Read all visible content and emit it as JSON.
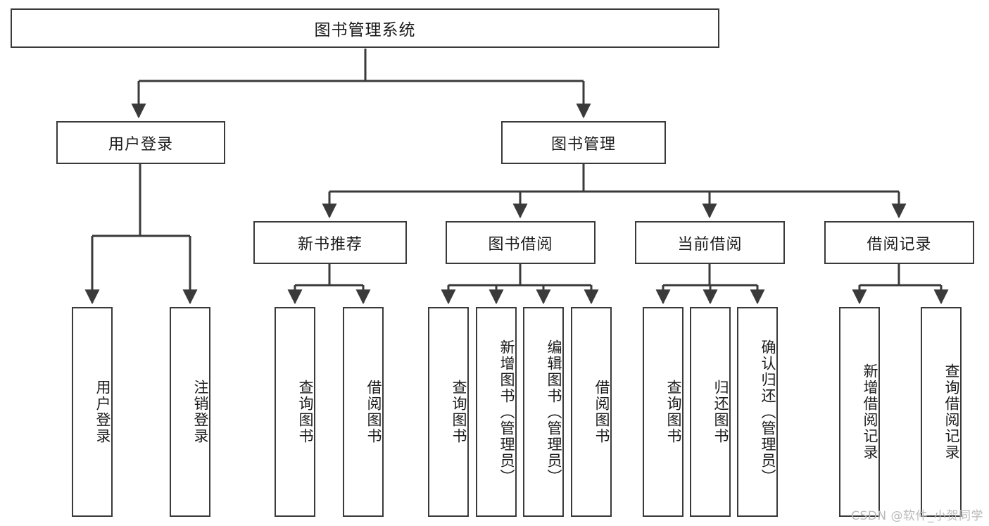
{
  "diagram": {
    "type": "tree",
    "title": "图书管理系统",
    "root": {
      "id": "root",
      "label": "图书管理系统"
    },
    "level1": [
      {
        "id": "user-login",
        "label": "用户登录"
      },
      {
        "id": "book-management",
        "label": "图书管理"
      }
    ],
    "level2": [
      {
        "id": "new-book-recommend",
        "label": "新书推荐",
        "parent": "book-management"
      },
      {
        "id": "book-borrow",
        "label": "图书借阅",
        "parent": "book-management"
      },
      {
        "id": "current-borrow",
        "label": "当前借阅",
        "parent": "book-management"
      },
      {
        "id": "borrow-record",
        "label": "借阅记录",
        "parent": "book-management"
      }
    ],
    "leaves": {
      "user-login": [
        {
          "id": "leaf-user-login",
          "label": "用户登录"
        },
        {
          "id": "leaf-user-logout",
          "label": "注销登录"
        }
      ],
      "new-book-recommend": [
        {
          "id": "leaf-query-book-1",
          "label": "查询图书"
        },
        {
          "id": "leaf-borrow-book-1",
          "label": "借阅图书"
        }
      ],
      "book-borrow": [
        {
          "id": "leaf-query-book-2",
          "label": "查询图书"
        },
        {
          "id": "leaf-add-book",
          "label": "新增图书（管理员）"
        },
        {
          "id": "leaf-edit-book",
          "label": "编辑图书（管理员）"
        },
        {
          "id": "leaf-borrow-book-2",
          "label": "借阅图书"
        }
      ],
      "current-borrow": [
        {
          "id": "leaf-query-book-3",
          "label": "查询图书"
        },
        {
          "id": "leaf-return-book",
          "label": "归还图书"
        },
        {
          "id": "leaf-confirm-return",
          "label": "确认归还（管理员）"
        }
      ],
      "borrow-record": [
        {
          "id": "leaf-add-record",
          "label": "新增借阅记录"
        },
        {
          "id": "leaf-query-record",
          "label": "查询借阅记录"
        }
      ]
    }
  },
  "watermark": {
    "text": "CSDN @软件_小贺同学"
  },
  "colors": {
    "stroke": "#3a3a3a",
    "background": "#ffffff",
    "text": "#1b1b1b",
    "watermark": "#b9b9b9"
  }
}
